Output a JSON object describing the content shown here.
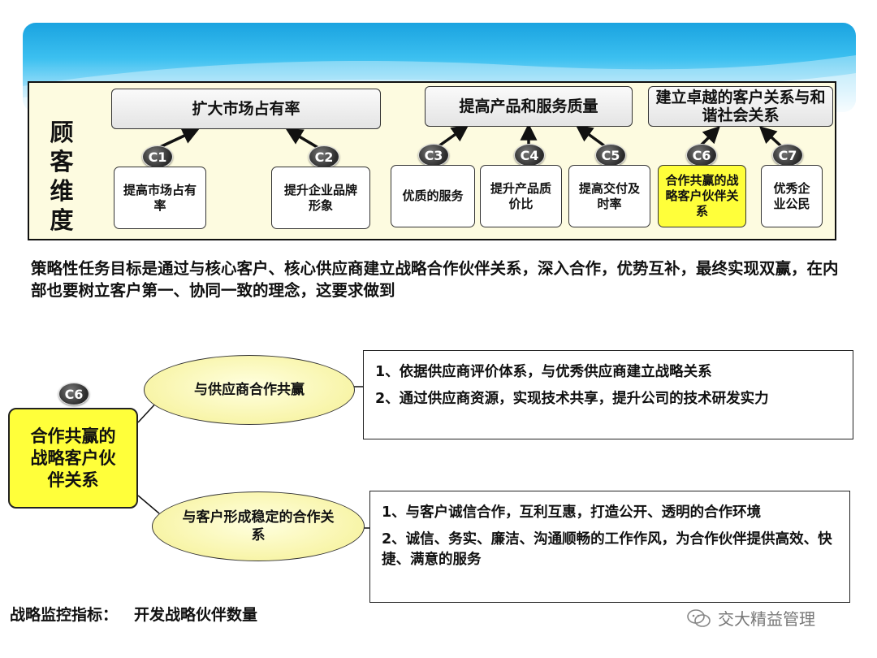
{
  "dimension_label": "顾客维度",
  "groups": [
    {
      "id": "market",
      "label": "扩大市场占有率"
    },
    {
      "id": "quality",
      "label": "提高产品和服务质量"
    },
    {
      "id": "relations",
      "label": "建立卓越的客户关系与和谐社会关系"
    }
  ],
  "objectives": [
    {
      "code": "C1",
      "label": "提高市场占有率",
      "highlight": false
    },
    {
      "code": "C2",
      "label": "提升企业品牌形象",
      "highlight": false
    },
    {
      "code": "C3",
      "label": "优质的服务",
      "highlight": false
    },
    {
      "code": "C4",
      "label": "提升产品质价比",
      "highlight": false
    },
    {
      "code": "C5",
      "label": "提高交付及时率",
      "highlight": false
    },
    {
      "code": "C6",
      "label": "合作共赢的战略客户伙伴关系",
      "highlight": true
    },
    {
      "code": "C7",
      "label": "优秀企业公民",
      "highlight": false
    }
  ],
  "statement": "策略性任务目标是通过与核心客户、核心供应商建立战略合作伙伴关系，深入合作，优势互补，最终实现双赢，在内部也要树立客户第一、协同一致的理念，这要求做到",
  "detail": {
    "code": "C6",
    "title": "合作共赢的战略客户伙伴关系",
    "branches": [
      {
        "label": "与供应商合作共赢",
        "points": [
          "1、依据供应商评价体系，与优秀供应商建立战略关系",
          "2、通过供应商资源，实现技术共享，提升公司的技术研发实力"
        ]
      },
      {
        "label": "与客户形成稳定的合作关系",
        "points": [
          "1、与客户诚信合作，互利互惠，打造公开、透明的合作环境",
          "2、诚信、务实、廉洁、沟通顺畅的工作作风，为合作伙伴提供高效、快捷、满意的服务"
        ]
      }
    ]
  },
  "footer": {
    "label": "战略监控指标：",
    "value": "开发战略伙伴数量"
  },
  "watermark": "交大精益管理",
  "colors": {
    "highlight": "#ffff3a",
    "panel": "#fdfbe0",
    "banner": "#1aa3e0",
    "ellipse": "#f7f3a0"
  }
}
